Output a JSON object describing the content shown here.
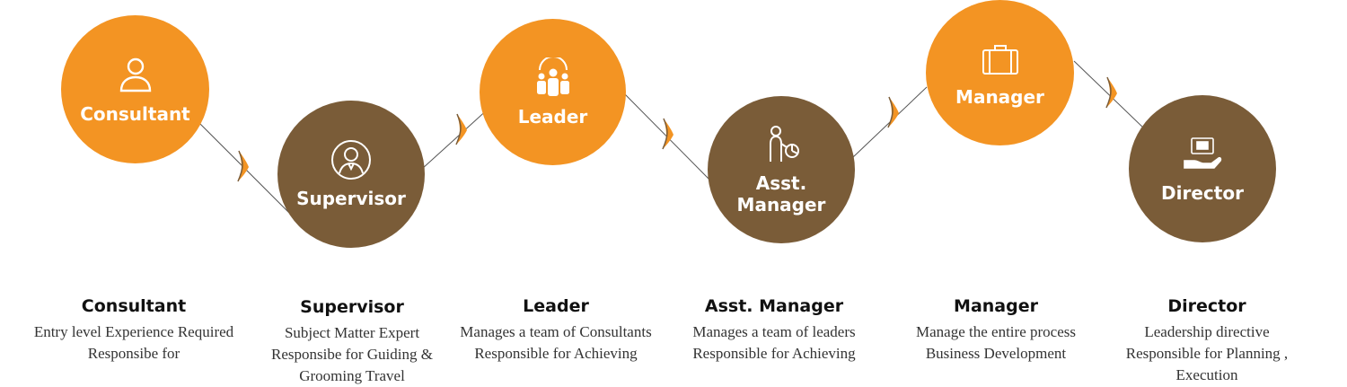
{
  "colors": {
    "orange": "#F39423",
    "brown": "#7A5C38",
    "connector": "#555555"
  },
  "steps": [
    {
      "title": "Consultant",
      "icon": "person-icon",
      "color": "orange",
      "heading": "Consultant",
      "lines": [
        "Entry level  Experience Required",
        "Responsibe for"
      ]
    },
    {
      "title": "Supervisor",
      "icon": "supervisor-icon",
      "color": "brown",
      "heading": "Supervisor",
      "lines": [
        "Subject Matter Expert",
        "Responsibe for Guiding & Grooming Travel"
      ]
    },
    {
      "title": "Leader",
      "icon": "team-icon",
      "color": "orange",
      "heading": "Leader",
      "lines": [
        "Manages a team of Consultants",
        "Responsible for Achieving"
      ]
    },
    {
      "title": "Asst.\nManager",
      "icon": "presenter-chart-icon",
      "color": "brown",
      "heading": "Asst. Manager",
      "lines": [
        "Manages a team of leaders",
        "Responsible for Achieving"
      ]
    },
    {
      "title": "Manager",
      "icon": "briefcase-icon",
      "color": "orange",
      "heading": "Manager",
      "lines": [
        "Manage the entire process",
        "Business Development"
      ]
    },
    {
      "title": "Director",
      "icon": "hand-briefcase-icon",
      "color": "brown",
      "heading": "Director",
      "lines": [
        "Leadership directive",
        "Responsible for Planning , Execution"
      ]
    }
  ]
}
